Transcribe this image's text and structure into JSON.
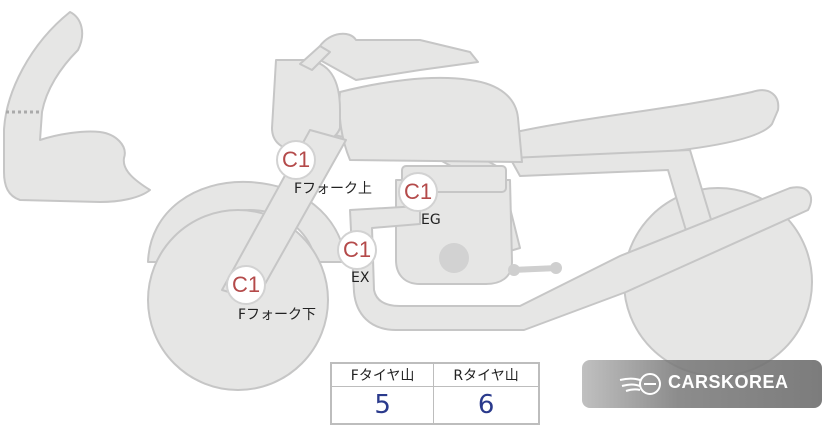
{
  "markers": [
    {
      "id": "fork-upper",
      "code": "C1",
      "label": "Fフォーク上"
    },
    {
      "id": "engine",
      "code": "C1",
      "label": "EG"
    },
    {
      "id": "exhaust",
      "code": "C1",
      "label": "EX"
    },
    {
      "id": "fork-lower",
      "code": "C1",
      "label": "Fフォーク下"
    }
  ],
  "tread": {
    "front_label": "Fタイヤ山",
    "rear_label": "Rタイヤ山",
    "front_value": "5",
    "rear_value": "6"
  },
  "watermark": {
    "text": "CARSKOREA",
    "icon": "carskorea-logo-icon"
  },
  "colors": {
    "part_fill": "#e6e6e5",
    "part_stroke": "#c8c8c8",
    "marker_text": "#b44a4a",
    "value_text": "#2a3a8c"
  }
}
